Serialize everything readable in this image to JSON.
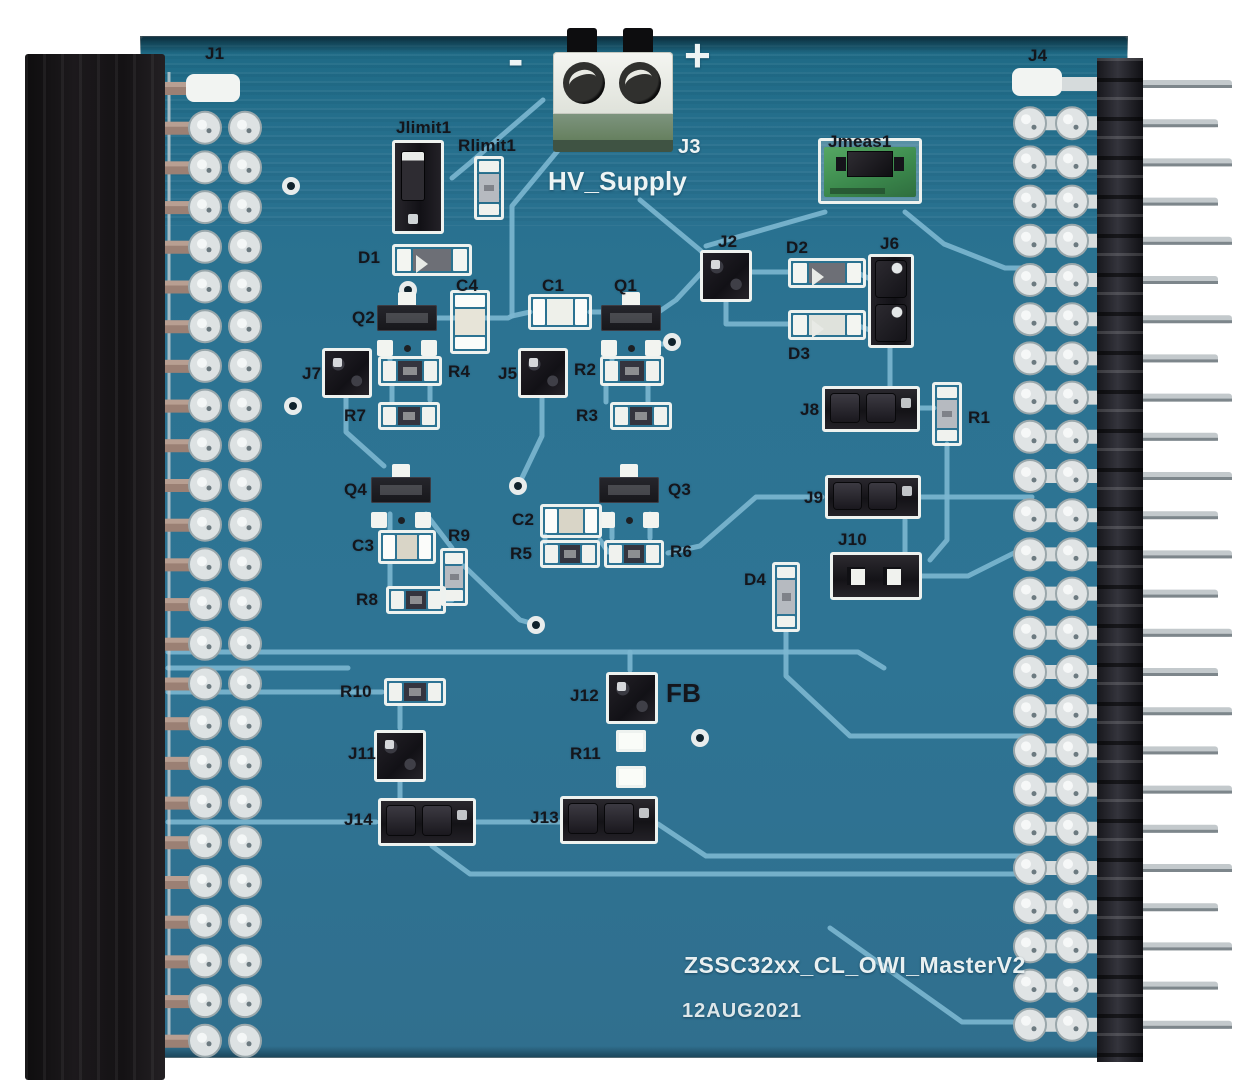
{
  "labels": {
    "j1": "J1",
    "j4": "J4",
    "j3": "J3",
    "minus": "-",
    "plus": "+",
    "hv_supply": "HV_Supply",
    "jlimit1": "Jlimit1",
    "rlimit1": "Rlimit1",
    "jmeas1": "Jmeas1",
    "d1": "D1",
    "q2": "Q2",
    "c4": "C4",
    "c1": "C1",
    "q1": "Q1",
    "j2": "J2",
    "d2": "D2",
    "d3": "D3",
    "j6": "J6",
    "j7": "J7",
    "r4": "R4",
    "j5": "J5",
    "r2": "R2",
    "r7": "R7",
    "r3": "R3",
    "j8": "J8",
    "r1": "R1",
    "q4": "Q4",
    "q3": "Q3",
    "c2": "C2",
    "r5": "R5",
    "r6": "R6",
    "c3": "C3",
    "r9": "R9",
    "r8": "R8",
    "j9": "J9",
    "j10": "J10",
    "d4": "D4",
    "r10": "R10",
    "j12": "J12",
    "fb": "FB",
    "r11": "R11",
    "j11": "J11",
    "j14": "J14",
    "j13": "J13",
    "title": "ZSSC32xx_CL_OWI_MasterV2",
    "date": "12AUG2021"
  },
  "headers": {
    "left_connector": "J1",
    "right_connector": "J4",
    "left_pin_rows": 25,
    "right_pin_rows": 25
  },
  "power_terminal": {
    "designator": "J3",
    "net_name": "HV_Supply",
    "polarity_left": "-",
    "polarity_right": "+"
  },
  "colors": {
    "pcb_teal": "#2c7392",
    "trace_light_blue": "#7cb7d0",
    "silkscreen_white": "#eef2ef",
    "designator_black": "#14161c",
    "connector_black": "#17151a",
    "jumper_green": "#3c8a4d",
    "pad_silver": "#dfe3e4",
    "pin_copper": "#a07a68"
  }
}
